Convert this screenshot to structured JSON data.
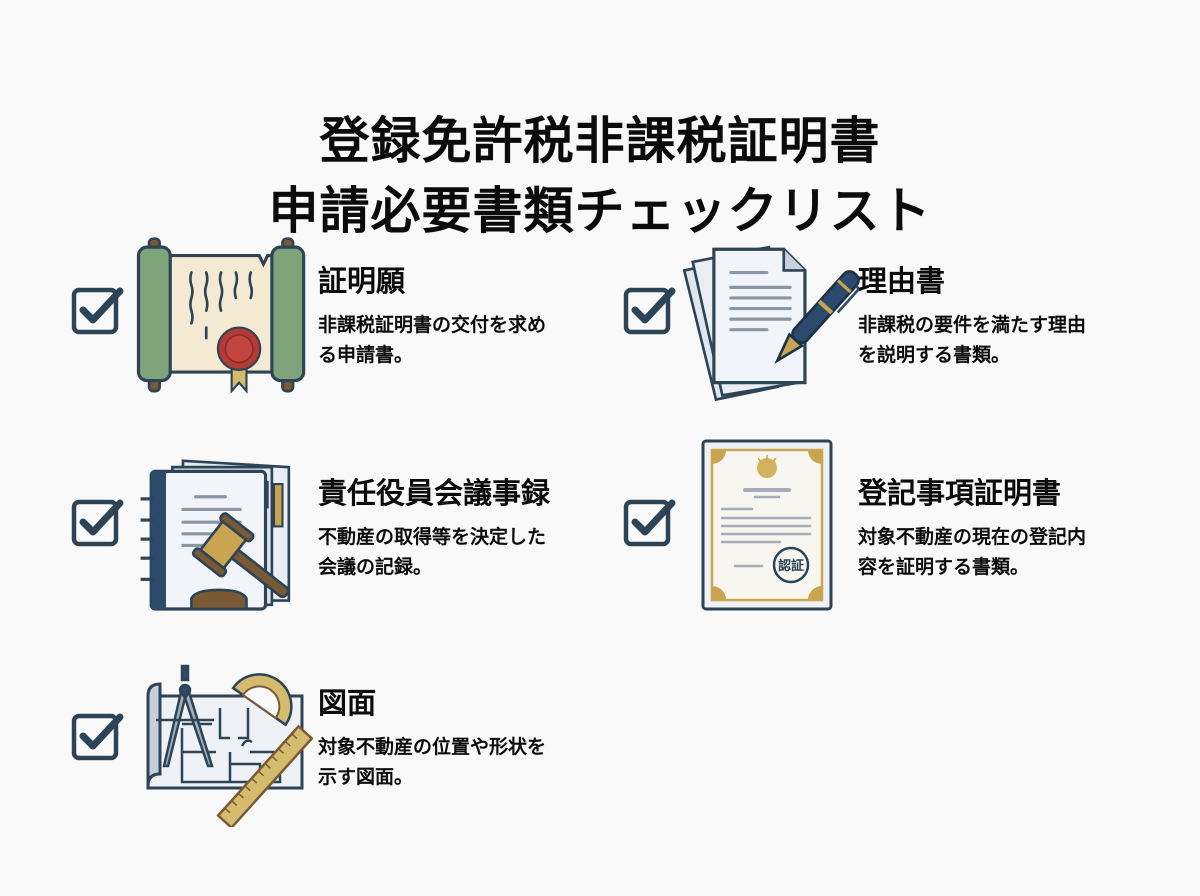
{
  "header": {
    "title_line1": "登録免許税非課税証明書",
    "title_line2": "申請必要書類チェックリスト"
  },
  "colors": {
    "background": "#f9f9f9",
    "text": "#0b0b0b",
    "checkbox": "#2d4457",
    "navy": "#2c4a6b",
    "gold": "#c9a54f",
    "green": "#7fa37a",
    "seal_red": "#b33a35",
    "wood_brown": "#7a5a35"
  },
  "items": [
    {
      "title": "証明願",
      "description_line1": "非課税証明書の交付を求め",
      "description_line2": "る申請書。",
      "icon": "scroll-with-seal-icon",
      "checked": true
    },
    {
      "title": "理由書",
      "description_line1": "非課税の要件を満たす理由",
      "description_line2": "を説明する書類。",
      "icon": "documents-with-fountain-pen-icon",
      "checked": true
    },
    {
      "title": "責任役員会議事録",
      "description_line1": "不動産の取得等を決定した",
      "description_line2": "会議の記録。",
      "icon": "minutes-binder-with-gavel-icon",
      "checked": true
    },
    {
      "title": "登記事項証明書",
      "description_line1": "対象不動産の現在の登記内",
      "description_line2": "容を証明する書類。",
      "icon": "certificate-with-stamp-icon",
      "stamp_text": "認証",
      "checked": true
    },
    {
      "title": "図面",
      "description_line1": "対象不動産の位置や形状を",
      "description_line2": "示す図面。",
      "icon": "blueprint-with-compass-and-ruler-icon",
      "checked": true
    }
  ]
}
